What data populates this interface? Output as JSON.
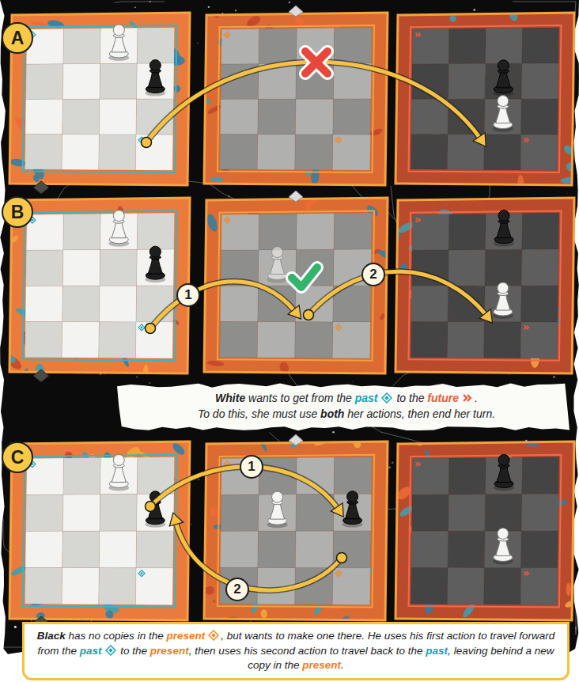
{
  "diagram": {
    "nodes": [
      {
        "text": [
          "A"
        ]
      },
      {
        "text": [
          "B"
        ]
      },
      {
        "text": [
          "1"
        ]
      },
      {
        "text": [
          "2"
        ]
      },
      {
        "text": [
          "White wants to get from the past to the future. To do this, she must use both her actions, then end her turn."
        ]
      },
      {
        "text": [
          "C"
        ]
      },
      {
        "text": [
          "1"
        ]
      },
      {
        "text": [
          "2"
        ]
      },
      {
        "text": [
          "Black has no copies in the present, but wants to make one there. He uses his first action to travel forward from the past to the present, then uses his second action to travel back to the past, leaving behind a new copy in the present."
        ]
      }
    ]
  }
}
